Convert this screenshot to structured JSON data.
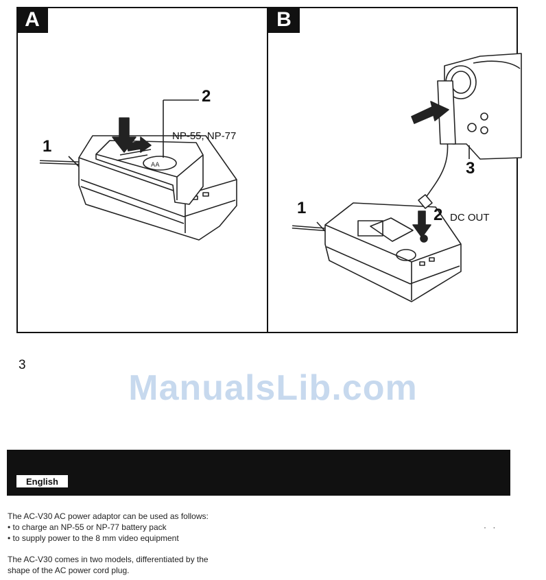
{
  "panels": {
    "a": {
      "tag": "A",
      "callouts": {
        "one": "1",
        "two": "2"
      },
      "battery_models": "NP-55, NP-77"
    },
    "b": {
      "tag": "B",
      "callouts": {
        "one": "1",
        "two": "2",
        "three": "3"
      },
      "dc_out_label": "DC OUT"
    }
  },
  "page_number": "3",
  "watermark": "ManualsLib.com",
  "language_tab": "English",
  "intro": {
    "line1": "The AC-V30 AC power adaptor can be used as follows:",
    "bullet1": "• to charge an NP-55 or NP-77 battery pack",
    "bullet2": "• to supply power to the 8 mm video equipment"
  },
  "models": {
    "line1": "The AC-V30 comes in two models, differentiated by the",
    "line2": "shape of the AC power cord plug."
  },
  "stray_marks": "· ·"
}
